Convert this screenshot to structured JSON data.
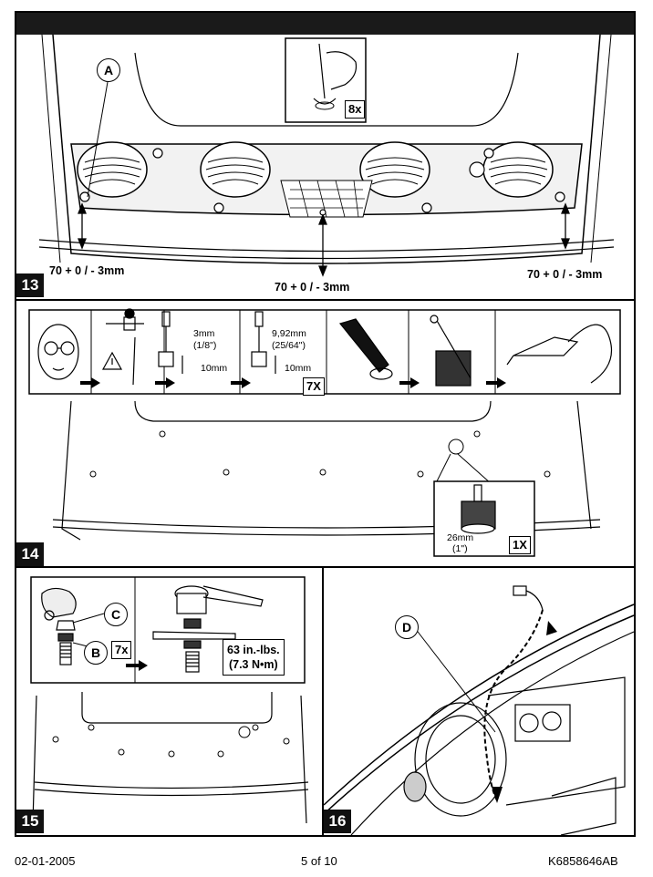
{
  "steps": {
    "s13": {
      "number": "13",
      "callout_a": "A",
      "qty_label": "8x",
      "dim_left": "70 + 0 / - 3mm",
      "dim_center": "70 + 0 / - 3mm",
      "dim_right": "70 + 0 / - 3mm"
    },
    "s14": {
      "number": "14",
      "drill1_size": "3mm",
      "drill1_size_in": "(1/8\")",
      "drill1_depth": "10mm",
      "drill2_size": "9,92mm",
      "drill2_size_in": "(25/64\")",
      "drill2_depth": "10mm",
      "drill2_qty": "7X",
      "holesaw_size": "26mm",
      "holesaw_size_in": "(1\")",
      "holesaw_qty": "1X"
    },
    "s15": {
      "number": "15",
      "callout_b": "B",
      "callout_c": "C",
      "qty_label": "7x",
      "torque_in": "63 in.-lbs.",
      "torque_nm": "(7.3 N•m)"
    },
    "s16": {
      "number": "16",
      "callout_d": "D"
    }
  },
  "footer": {
    "date": "02-01-2005",
    "page": "5 of 10",
    "doc_id": "K6858646AB"
  }
}
